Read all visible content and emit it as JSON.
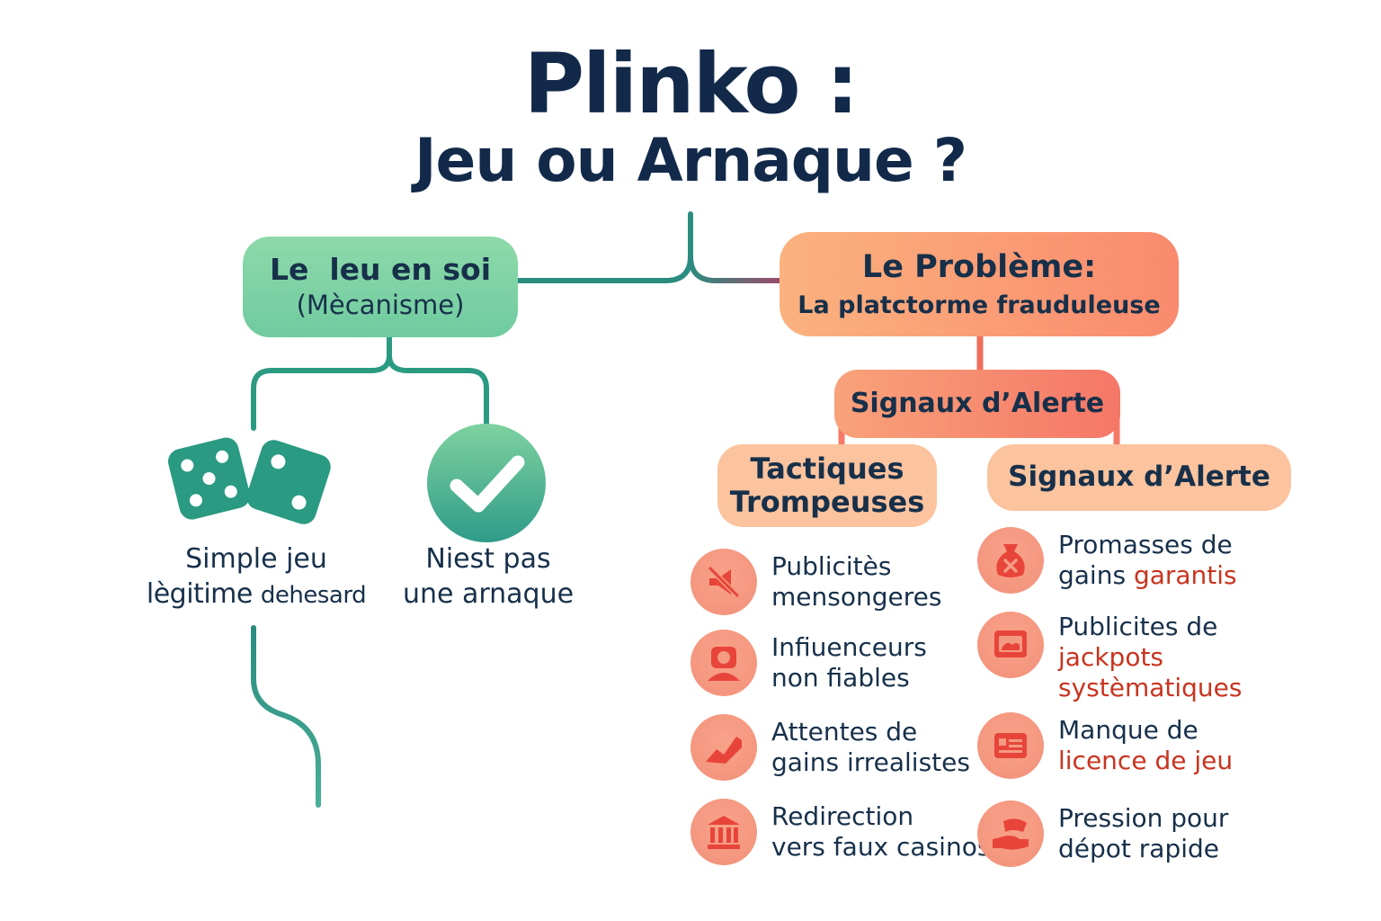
{
  "title": {
    "main": "Plinko :",
    "sub": "Jeu ou Arnaque ?"
  },
  "left_branch": {
    "header_line1": "Le  leu en soi",
    "header_line2": "(Mècanisme)",
    "leaves": [
      {
        "icon": "dice-icon",
        "line1": "Simple jeu",
        "line2": "lègitime",
        "line2_small": "dehesard"
      },
      {
        "icon": "checkmark-icon",
        "line1": "Niest pas",
        "line2": "une arnaque"
      }
    ]
  },
  "right_branch": {
    "header_line1": "Le Problème:",
    "header_line2": "La platctorme frauduleuse",
    "signal_header": "Signaux d’Alerte",
    "tactics_header_line1": "Tactiques",
    "tactics_header_line2": "Trompeuses",
    "alerts_header": "Signaux d’Alerte",
    "tactics": [
      {
        "icon": "muted-megaphone-icon",
        "line1": "Publicitès",
        "line2": "mensongeres"
      },
      {
        "icon": "person-icon",
        "line1": "Infiuenceurs",
        "line2": "non fiables"
      },
      {
        "icon": "chart-icon",
        "line1": "Attentes de",
        "line2": "gains irrealistes"
      },
      {
        "icon": "bank-icon",
        "line1": "Redirection",
        "line2": "vers faux casinos"
      }
    ],
    "alerts": [
      {
        "icon": "money-bag-icon",
        "line1": "Promasses de",
        "line2_plain": "gains ",
        "line2_red": "garantis"
      },
      {
        "icon": "slot-screen-icon",
        "line1": "Publicites de",
        "line2_red": "jackpots",
        "line3_red": "systèmatiques"
      },
      {
        "icon": "license-card-icon",
        "line1": "Manque de",
        "line2_red": "licence de jeu"
      },
      {
        "icon": "hand-money-icon",
        "line1": "Pression pour",
        "line2_plain": "dépot rapide"
      }
    ]
  },
  "colors": {
    "title": "#12294a",
    "green_pill": "#7fd2a5",
    "green_line": "#2a9a82",
    "orange_pill": "#f99572",
    "orange_line": "#f06f5b",
    "icon_circle": "#f49a82",
    "icon_mark": "#e8453a",
    "red_text": "#c8341f"
  }
}
